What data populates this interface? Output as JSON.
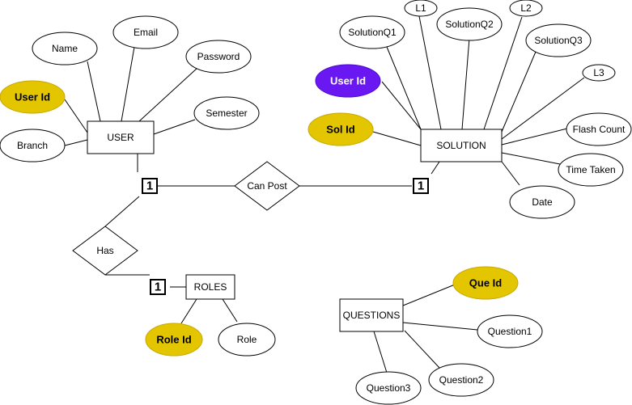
{
  "entities": {
    "user": "USER",
    "solution": "SOLUTION",
    "roles": "ROLES",
    "questions": "QUESTIONS"
  },
  "relationships": {
    "can_post": "Can Post",
    "has": "Has"
  },
  "cardinalities": {
    "user_can_post": "1",
    "solution_can_post": "1",
    "roles_has": "1"
  },
  "user_attributes": {
    "user_id": "User Id",
    "name": "Name",
    "email": "Email",
    "password": "Password",
    "semester": "Semester",
    "branch": "Branch"
  },
  "solution_attributes": {
    "user_id": "User Id",
    "sol_id": "Sol Id",
    "solution_q1": "SolutionQ1",
    "l1": "L1",
    "solution_q2": "SolutionQ2",
    "l2": "L2",
    "solution_q3": "SolutionQ3",
    "l3": "L3",
    "flash_count": "Flash Count",
    "time_taken": "Time Taken",
    "date": "Date"
  },
  "roles_attributes": {
    "role_id": "Role Id",
    "role": "Role"
  },
  "questions_attributes": {
    "que_id": "Que Id",
    "question1": "Question1",
    "question2": "Question2",
    "question3": "Question3"
  },
  "colors": {
    "primary_key": "#e3c600",
    "foreign_key": "#6a18f2",
    "line": "#000000",
    "background": "#ffffff"
  }
}
